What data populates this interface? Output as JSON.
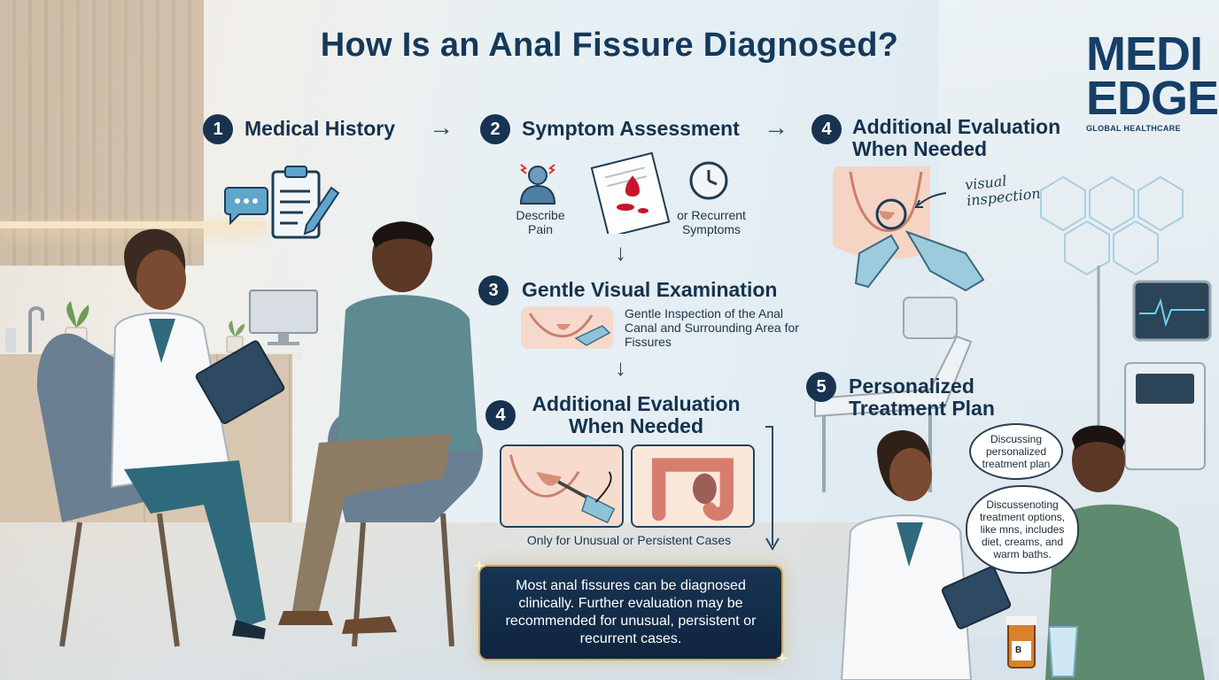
{
  "title": "How Is an Anal Fissure Diagnosed?",
  "logo": {
    "line1": "MEDI",
    "line2": "EDGE",
    "subtitle": "GLOBAL HEALTHCARE"
  },
  "steps": {
    "s1": {
      "number": "1",
      "title": "Medical History"
    },
    "s2": {
      "number": "2",
      "title": "Symptom Assessment",
      "item1": "Describe Pain",
      "item3": "or Recurrent Symptoms"
    },
    "s3": {
      "number": "3",
      "title": "Gentle Visual Examination",
      "caption": "Gentle Inspection of the Anal Canal and Surrounding Area for Fissures"
    },
    "s4": {
      "number": "4",
      "title_line1": "Additional Evaluation",
      "title_line2": "When Needed",
      "caption": "Only for Unusual or Persistent Cases"
    },
    "s4b": {
      "number": "4",
      "title_line1": "Additional Evaluation",
      "title_line2": "When Needed",
      "annotation_line1": "visual",
      "annotation_line2": "inspection"
    },
    "s5": {
      "number": "5",
      "title_line1": "Personalized",
      "title_line2": "Treatment Plan",
      "bubble1": "Discussing personalized treatment plan",
      "bubble2": "Discussenoting treatment options, like mns, includes diet, creams, and warm baths."
    }
  },
  "summary": "Most anal fissures can be diagnosed clinically. Further evaluation may be recommended for unusual, persistent or recurrent cases.",
  "bottle_label": "B",
  "colors": {
    "navy": "#17334f",
    "gold": "#c9a656",
    "title": "#15395a"
  }
}
